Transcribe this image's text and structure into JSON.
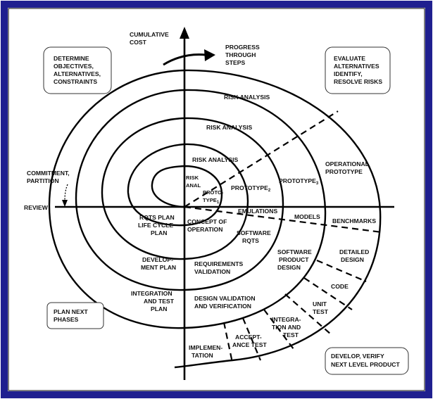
{
  "colors": {
    "frame": "#1f1f8f",
    "ink": "#000000",
    "box_border": "#444444"
  },
  "axis_labels": {
    "cumulative_cost": [
      "CUMULATIVE",
      "COST"
    ],
    "progress": [
      "PROGRESS",
      "THROUGH",
      "STEPS"
    ],
    "review": "REVIEW",
    "commitment": [
      "COMMITMENT,",
      "PARTITION"
    ]
  },
  "quadrant_boxes": {
    "top_left": [
      "DETERMINE",
      "OBJECTIVES,",
      "ALTERNATIVES,",
      "CONSTRAINTS"
    ],
    "top_right": [
      "EVALUATE",
      "ALTERNATIVES",
      "IDENTIFY,",
      "RESOLVE RISKS"
    ],
    "bottom_left": [
      "PLAN NEXT",
      "PHASES"
    ],
    "bottom_right": [
      "DEVELOP, VERIFY",
      "NEXT LEVEL PRODUCT"
    ]
  },
  "risk_analysis": [
    "RISK ANALYSIS",
    "RISK ANALYSIS",
    "RISK ANALYSIS",
    "RISK",
    "ANAL"
  ],
  "prototypes": {
    "proto1": [
      "PROTO-",
      "TYPE"
    ],
    "proto1_sub": "1",
    "proto2": "PROTOTYPE",
    "proto2_sub": "2",
    "proto3": "PROTOTYPE",
    "proto3_sub": "3",
    "operational": [
      "OPERATIONAL",
      "PROTOTYPE"
    ]
  },
  "right_row": [
    "EMULATIONS",
    "MODELS",
    "BENCHMARKS"
  ],
  "left_inner": [
    "RQTS PLAN",
    "LIFE CYCLE",
    "PLAN"
  ],
  "concept": [
    "CONCEPT OF",
    "OPERATION"
  ],
  "software_rqts": [
    "SOFTWARE",
    "RQTS"
  ],
  "software_design": [
    "SOFTWARE",
    "PRODUCT",
    "DESIGN"
  ],
  "detailed_design": [
    "DETAILED",
    "DESIGN"
  ],
  "code": "CODE",
  "unit_test": [
    "UNIT",
    "TEST"
  ],
  "integration_test": [
    "INTEGRA-",
    "TION AND",
    "TEST"
  ],
  "acceptance_test": [
    "ACCEPT-",
    "ANCE TEST"
  ],
  "implementation": [
    "IMPLEMEN-",
    "TATION"
  ],
  "development_plan": [
    "DEVELOP-",
    "MENT PLAN"
  ],
  "requirements_validation": [
    "REQUIREMENTS",
    "VALIDATION"
  ],
  "integration_plan": [
    "INTEGRATION",
    "AND TEST",
    "PLAN"
  ],
  "design_validation": [
    "DESIGN VALIDATION",
    "AND VERIFICATION"
  ]
}
